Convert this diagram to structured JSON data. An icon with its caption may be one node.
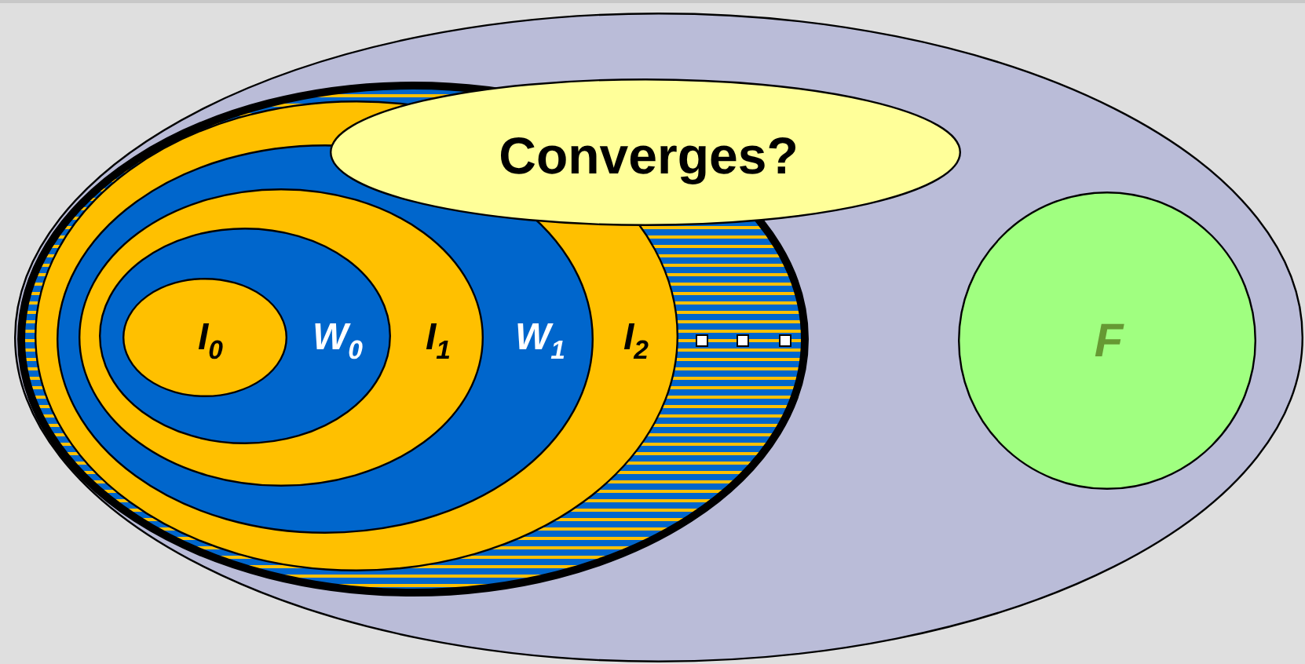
{
  "diagram": {
    "nodes": [
      {
        "text": [],
        "shape": "ellipse"
      },
      {
        "text": [],
        "shape": "ellipse",
        "in": 0
      },
      {
        "text": [
          "I$_{2}$"
        ],
        "in": 1
      },
      {
        "text": [
          "W$_{1}$"
        ],
        "in": 2
      },
      {
        "text": [
          "I$_{1}$"
        ],
        "in": 3
      },
      {
        "text": [
          "W$_{0}$"
        ],
        "in": 4
      },
      {
        "text": [
          "I$_{0}$"
        ],
        "in": 5
      },
      {
        "text": [
          "Converges?"
        ],
        "in": 0
      },
      {
        "text": [
          "F"
        ],
        "in": 0
      }
    ]
  }
}
